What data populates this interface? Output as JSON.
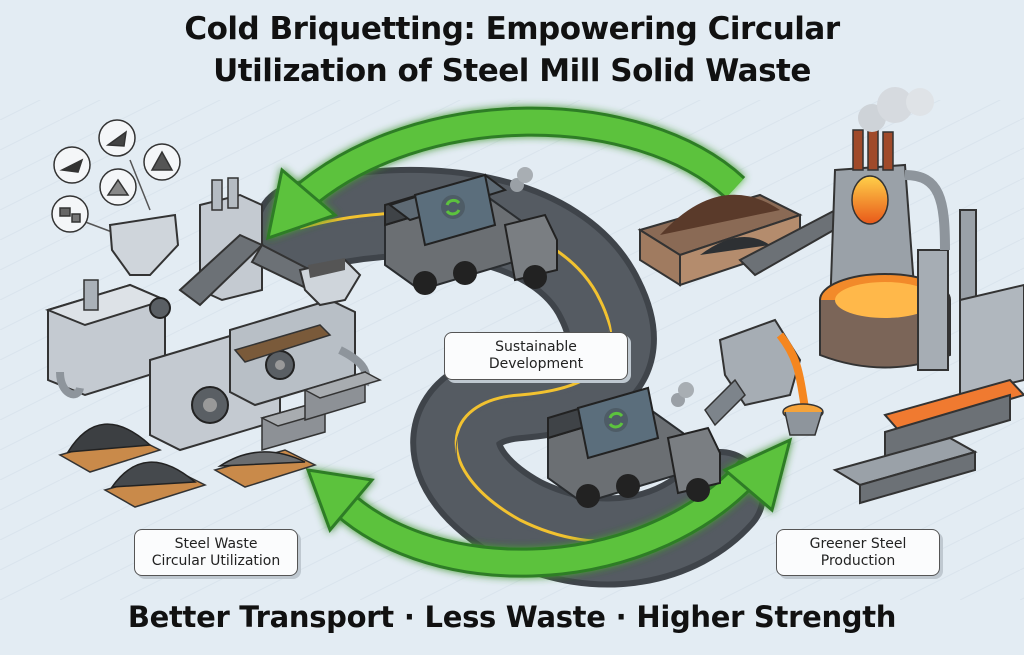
{
  "title": {
    "line1": "Cold Briquetting: Empowering Circular",
    "line2": "Utilization of Steel Mill Solid Waste"
  },
  "center_label": {
    "line1": "Sustainable",
    "line2": "Development"
  },
  "left_label": {
    "line1": "Steel Waste",
    "line2": "Circular Utilization"
  },
  "right_label": {
    "line1": "Greener Steel",
    "line2": "Production"
  },
  "tagline": {
    "part1": "Better Transport",
    "part2": "Less Waste",
    "part3": "Higher Strength",
    "separator": "·"
  },
  "colors": {
    "background": "#e3ecf3",
    "arrow_green": "#52b33a",
    "road": "#4a4f55",
    "road_line": "#f2c230",
    "molten": "#f5861f",
    "machine": "#c4cad1"
  },
  "icons": [
    "recycle-icon",
    "gear-icon",
    "smoke-icon"
  ]
}
